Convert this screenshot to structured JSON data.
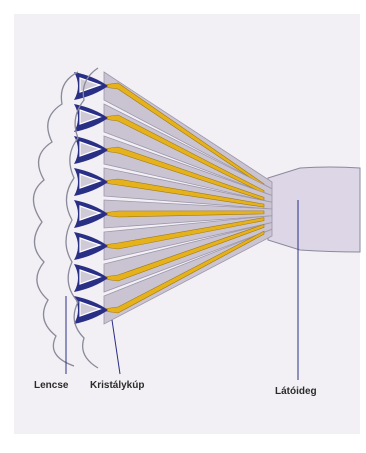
{
  "diagram": {
    "labels": {
      "lens": "Lencse",
      "crystalline_cone": "Kristálykúp",
      "optic_nerve": "Látóideg"
    }
  },
  "colors": {
    "background": "#f2f0f4",
    "lens_outline": "#8a8a9a",
    "cone_dark": "#2a2f86",
    "cone_light": "#c9c3d2",
    "rhabdom": "#e6b21c",
    "cell_fill": "#cfcad8",
    "nerve": "#dcd6e6",
    "leader": "#2a2f86"
  }
}
